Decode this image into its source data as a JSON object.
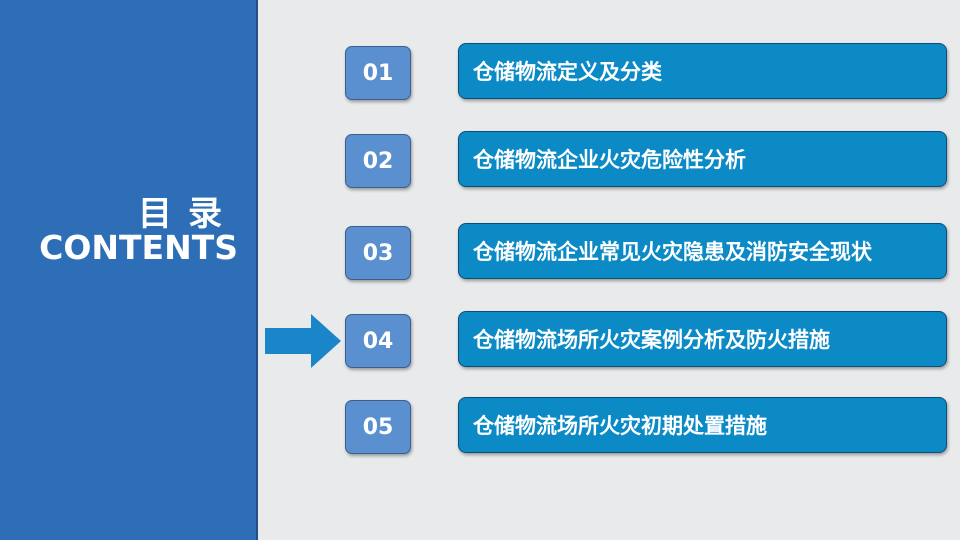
{
  "sidebar": {
    "title_cn": "目录",
    "title_en": "CONTENTS",
    "background_color": "#2e6eb6"
  },
  "current_marker": {
    "icon": "right-arrow-icon",
    "current_item_index": 3
  },
  "items": [
    {
      "number": "01",
      "label": "仓储物流定义及分类"
    },
    {
      "number": "02",
      "label": "仓储物流企业火灾危险性分析"
    },
    {
      "number": "03",
      "label": "仓储物流企业常见火灾隐患及消防安全现状"
    },
    {
      "number": "04",
      "label": "仓储物流场所火灾案例分析及防火措施"
    },
    {
      "number": "05",
      "label": "仓储物流场所火灾初期处置措施"
    }
  ],
  "colors": {
    "number_box": "#5a90cf",
    "item_box": "#0c8ac6",
    "arrow": "#1a85c8",
    "page_background": "#e9eaec"
  }
}
